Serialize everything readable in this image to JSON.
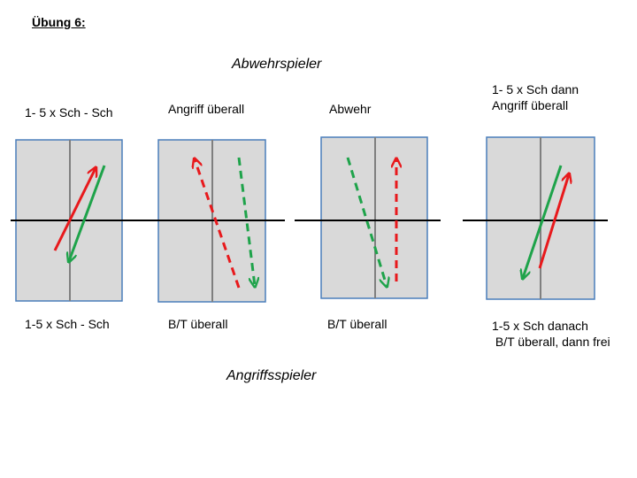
{
  "title": "Übung 6:",
  "top_center_label": "Abwehrspieler",
  "bottom_center_label": "Angriffsspieler",
  "panels": [
    {
      "top_label": "1- 5 x Sch - Sch",
      "bottom_label": "1-5 x Sch - Sch"
    },
    {
      "top_label": "Angriff überall",
      "bottom_label": "B/T überall"
    },
    {
      "top_label": "Abwehr",
      "bottom_label": "B/T überall"
    },
    {
      "top_label": [
        "1- 5 x Sch dann",
        "Angriff überall"
      ],
      "bottom_label": [
        "1-5 x Sch danach",
        " B/T überall, dann frei"
      ]
    }
  ],
  "colors": {
    "panel_fill": "#d9d9d9",
    "panel_border": "#4a7ebb",
    "center_line": "#7f7f7f",
    "midline": "#000000",
    "arrow_red": "#e8191c",
    "arrow_green": "#1ea34a"
  }
}
